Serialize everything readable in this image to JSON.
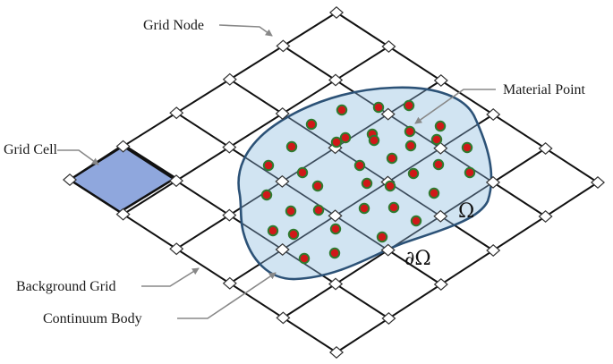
{
  "labels": {
    "grid_node": "Grid Node",
    "material_point": "Material Point",
    "grid_cell": "Grid Cell",
    "background_grid": "Background Grid",
    "continuum_body": "Continuum Body",
    "omega": "Ω",
    "boundary": "∂Ω"
  },
  "colors": {
    "grid_line": "#111111",
    "node_fill": "#ffffff",
    "node_stroke": "#333333",
    "grid_cell_fill": "#8fa7dd",
    "body_fill": "#c9dff0",
    "body_stroke": "#2c5277",
    "point_fill": "#d01818",
    "point_ring": "#2f7a2f",
    "arrow": "#888888"
  }
}
